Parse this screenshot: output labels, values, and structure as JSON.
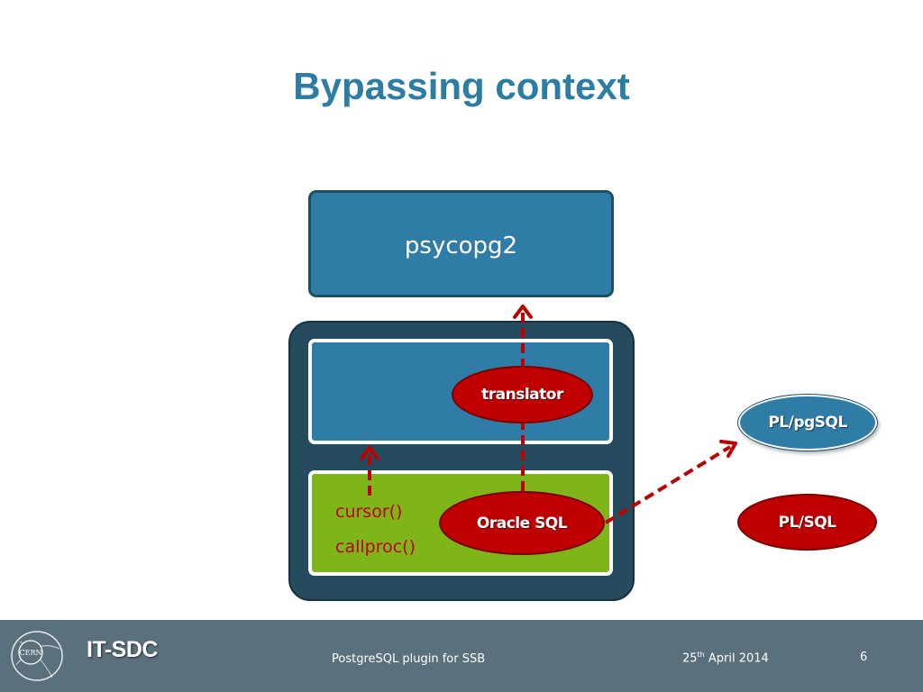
{
  "slide": {
    "title": "Bypassing context"
  },
  "diagram": {
    "psycopg_label": "psycopg2",
    "translator_label": "translator",
    "oracle_label": "Oracle SQL",
    "cursor_label": "cursor()",
    "callproc_label": "callproc()",
    "plpgsql_label": "PL/pgSQL",
    "plsql_label": "PL/SQL"
  },
  "footer": {
    "logo_text": "CERN",
    "brand": "IT-SDC",
    "presentation_title": "PostgreSQL plugin for SSB",
    "date_day": "25",
    "date_suffix": "th",
    "date_rest": " April 2014",
    "page_number": "6"
  },
  "colors": {
    "title": "#2c7ca3",
    "box_blue": "#2f7ca6",
    "container_dark": "#264a5e",
    "green": "#7eb619",
    "red": "#c00000",
    "footer_bg": "#5a707c"
  }
}
